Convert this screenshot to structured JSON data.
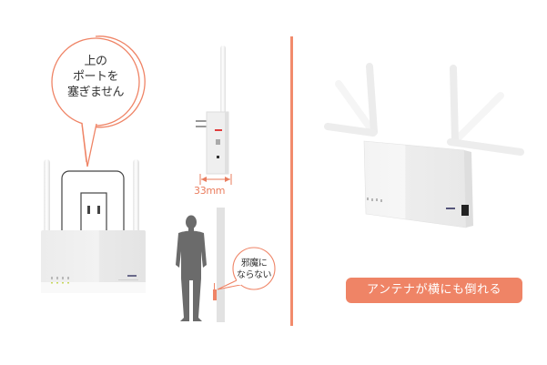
{
  "colors": {
    "accent": "#ef8466",
    "divider": "#f28b6c",
    "router_white": "#f4f4f4",
    "silhouette": "#6b6b6b",
    "wall": "#e2e2e2"
  },
  "left_panel": {
    "speech_bubble": {
      "lines": [
        "上の",
        "ポートを",
        "塞ぎません"
      ]
    },
    "outlet_icon": "power-outlet-icon",
    "router_front": "router-front-icon"
  },
  "middle_panel": {
    "router_side": "router-side-icon",
    "dimension_label": "33mm",
    "person_icon": "person-silhouette-icon",
    "wall_icon": "wall-icon",
    "speech_bubble": {
      "lines": [
        "邪魔に",
        "ならない"
      ]
    }
  },
  "right_panel": {
    "router_angled": "router-angled-antennas-icon",
    "feature_badge": "アンテナが横にも倒れる"
  }
}
